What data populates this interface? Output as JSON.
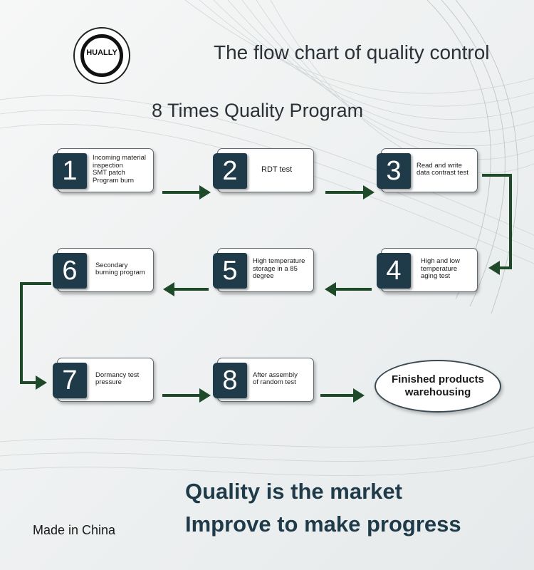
{
  "logo": {
    "text": "HUALLY"
  },
  "title": "The flow chart of quality control",
  "subtitle": "8 Times Quality Program",
  "steps": [
    {
      "num": "1",
      "lines": [
        "Incoming material",
        "inspection",
        "SMT patch",
        "Program burn"
      ]
    },
    {
      "num": "2",
      "lines": [
        "RDT test"
      ]
    },
    {
      "num": "3",
      "lines": [
        "Read and write",
        "data contrast test"
      ]
    },
    {
      "num": "4",
      "lines": [
        "High and low",
        "temperature",
        "aging test"
      ]
    },
    {
      "num": "5",
      "lines": [
        "High temperature",
        "storage in a 85",
        "degree"
      ]
    },
    {
      "num": "6",
      "lines": [
        "Secondary",
        "burning program"
      ]
    },
    {
      "num": "7",
      "lines": [
        "Dormancy test",
        "pressure"
      ]
    },
    {
      "num": "8",
      "lines": [
        "After assembly",
        "of random test"
      ]
    }
  ],
  "finish": {
    "lines": [
      "Finished products",
      "warehousing"
    ]
  },
  "footer": {
    "made_in": "Made in China",
    "slogan_1": "Quality is the market",
    "slogan_2": "Improve to make progress"
  },
  "colors": {
    "arrow": "#1f4a2a",
    "number_box": "#1f3b4a",
    "slogan": "#1f3b4a"
  }
}
